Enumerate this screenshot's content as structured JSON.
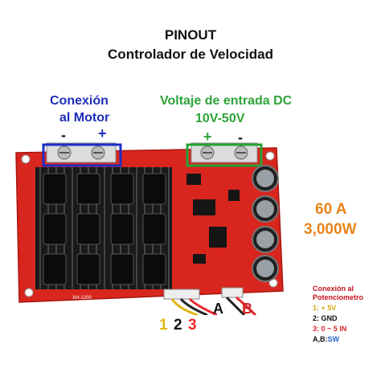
{
  "title_line1": "PINOUT",
  "title_line2": "Controlador de Velocidad",
  "motor": {
    "line1": "Conexión",
    "line2": "al Motor",
    "minus": "-",
    "plus": "+"
  },
  "power": {
    "line1": "Voltaje de entrada DC",
    "line2": "10V-50V",
    "plus": "+",
    "minus": "-"
  },
  "specs": {
    "current": "60 A",
    "power": "3,000W"
  },
  "wires": {
    "a": "A",
    "b": "B",
    "n1": "1",
    "n2": "2",
    "n3": "3"
  },
  "legend": {
    "title1": "Conexión al",
    "title2": "Potenciometro",
    "item1_key": "1:",
    "item1_val": " + 5V",
    "item2_key": "2:",
    "item2_val": " GND",
    "item3_key": "3:",
    "item3_val": " 0 ~ 5 IN",
    "item4_key": "A,B:",
    "item4_val": "SW"
  },
  "board_label": "XH-1200",
  "colors": {
    "board": "#d8261e",
    "motor_box": "#1b2fc4",
    "power_box": "#23a336",
    "heatsink": "#111111"
  }
}
